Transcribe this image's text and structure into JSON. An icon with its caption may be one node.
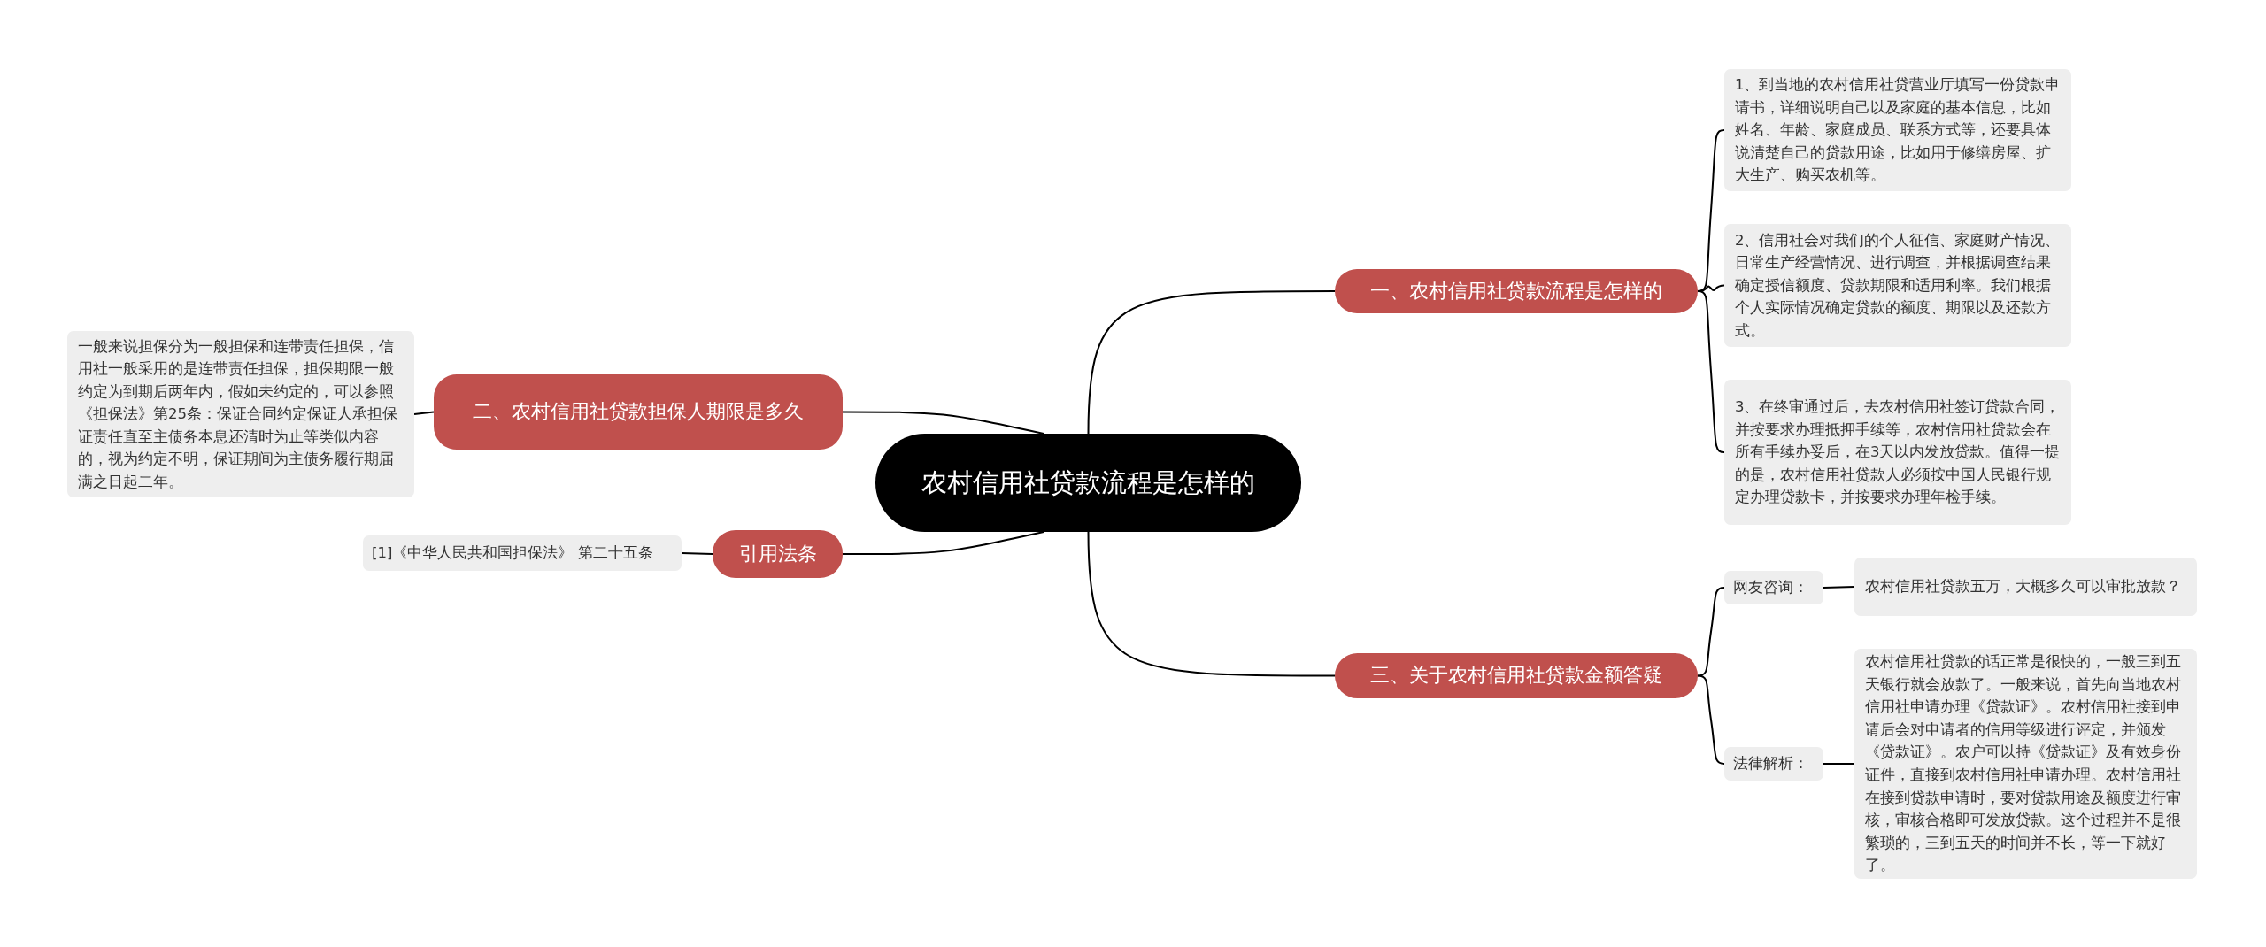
{
  "diagram": {
    "nodes": [
      {
        "text": [
          "农村信用社贷款流程是怎样的"
        ]
      },
      {
        "text": [
          "一、农村信用社贷款流程是怎样的"
        ]
      },
      {
        "text": [
          "1、到当地的农村信用社贷营业厅填写一份贷款申请书，详细说明自己以及家庭的基本信息，比如姓名、年龄、家庭成员、联系方式等，还要具体说清楚自己的贷款用途，比如用于修缮房屋、扩大生产、购买农机等。"
        ]
      },
      {
        "text": [
          "2、信用社会对我们的个人征信、家庭财产情况、日常生产经营情况、进行调查，并根据调查结果确定授信额度、贷款期限和适用利率。我们根据个人实际情况确定贷款的额度、期限以及还款方式。"
        ]
      },
      {
        "text": [
          "3、在终审通过后，去农村信用社签订贷款合同，并按要求办理抵押手续等，农村信用社贷款会在所有手续办妥后，在3天以内发放贷款。值得一提的是，农村信用社贷款人必须按中国人民银行规定办理贷款卡，并按要求办理年检手续。"
        ]
      },
      {
        "text": [
          "二、农村信用社贷款担保人期限是多久"
        ]
      },
      {
        "text": [
          "一般来说担保分为一般担保和连带责任担保，信用社一般采用的是连带责任担保，担保期限一般约定为到期后两年内，假如未约定的，可以参照《担保法》第25条：保证合同约定保证人承担保证责任直至主债务本息还清时为止等类似内容的，视为约定不明，保证期间为主债务履行期届满之日起二年。"
        ]
      },
      {
        "text": [
          "引用法条"
        ]
      },
      {
        "text": [
          "[1]《中华人民共和国担保法》 第二十五条"
        ]
      },
      {
        "text": [
          "三、关于农村信用社贷款金额答疑"
        ]
      },
      {
        "text": [
          "网友咨询："
        ]
      },
      {
        "text": [
          "农村信用社贷款五万，大概多久可以审批放款？"
        ]
      },
      {
        "text": [
          "法律解析："
        ]
      },
      {
        "text": [
          "农村信用社贷款的话正常是很快的，一般三到五天银行就会放款了。一般来说，首先向当地农村信用社申请办理《贷款证》。农村信用社接到申请后会对申请者的信用等级进行评定，并颁发《贷款证》。农户可以持《贷款证》及有效身份证件，直接到农村信用社申请办理。农村信用社在接到贷款申请时，要对贷款用途及额度进行审核，审核合格即可发放贷款。这个过程并不是很繁琐的，三到五天的时间并不长，等一下就好了。"
        ]
      }
    ],
    "edges": [
      {
        "from": 0,
        "to": 1,
        "arrow": "none"
      },
      {
        "from": 1,
        "to": 2,
        "arrow": "none"
      },
      {
        "from": 1,
        "to": 3,
        "arrow": "none"
      },
      {
        "from": 1,
        "to": 4,
        "arrow": "none"
      },
      {
        "from": 0,
        "to": 5,
        "arrow": "none"
      },
      {
        "from": 5,
        "to": 6,
        "arrow": "none"
      },
      {
        "from": 0,
        "to": 7,
        "arrow": "none"
      },
      {
        "from": 7,
        "to": 8,
        "arrow": "none"
      },
      {
        "from": 0,
        "to": 9,
        "arrow": "none"
      },
      {
        "from": 9,
        "to": 10,
        "arrow": "none"
      },
      {
        "from": 9,
        "to": 12,
        "arrow": "none"
      },
      {
        "from": 10,
        "to": 11,
        "arrow": "none"
      },
      {
        "from": 12,
        "to": 13,
        "arrow": "none"
      }
    ]
  }
}
